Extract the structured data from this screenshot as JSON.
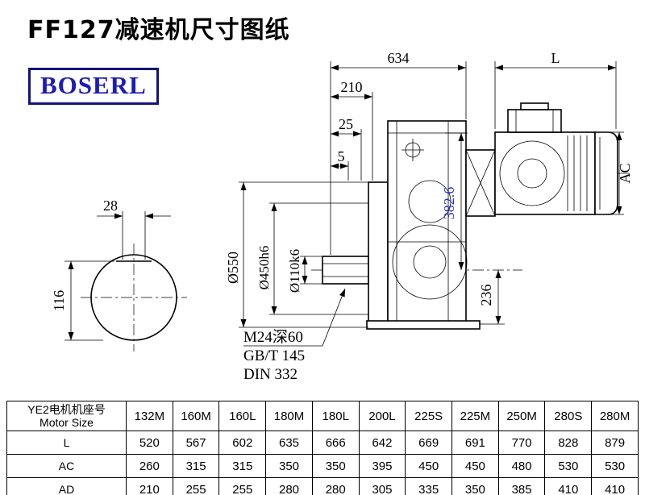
{
  "page": {
    "title": "FF127减速机尺寸图纸"
  },
  "logo": {
    "text": "BOSERL"
  },
  "colors": {
    "logo_blue": "#1c1cb8",
    "dim_blue": "#2535c8",
    "line": "#000000"
  },
  "drawing": {
    "dims": {
      "total_length": "634",
      "motor_length": "L",
      "dist_210": "210",
      "dist_25": "25",
      "dist_5": "5",
      "ac": "AC",
      "flange_dia": "Ø550",
      "spigot_dia": "Ø450h6",
      "shaft_dia": "Ø110k6",
      "dim_382_6": "382.6",
      "dim_236": "236",
      "key_width": "28",
      "view_116": "116",
      "tap_hole": "M24深60",
      "std_gbt": "GB/T 145",
      "std_din": "DIN 332"
    }
  },
  "table": {
    "header": {
      "line1": "YE2电机机座号",
      "line2": "Motor Size"
    },
    "columns": [
      "132M",
      "160M",
      "160L",
      "180M",
      "180L",
      "200L",
      "225S",
      "225M",
      "250M",
      "280S",
      "280M"
    ],
    "rows": [
      {
        "label": "L",
        "values": [
          "520",
          "567",
          "602",
          "635",
          "666",
          "642",
          "669",
          "691",
          "770",
          "828",
          "879"
        ]
      },
      {
        "label": "AC",
        "values": [
          "260",
          "315",
          "315",
          "350",
          "350",
          "395",
          "450",
          "450",
          "480",
          "530",
          "530"
        ]
      },
      {
        "label": "AD",
        "values": [
          "210",
          "255",
          "255",
          "280",
          "280",
          "305",
          "335",
          "350",
          "385",
          "410",
          "410"
        ]
      }
    ]
  }
}
